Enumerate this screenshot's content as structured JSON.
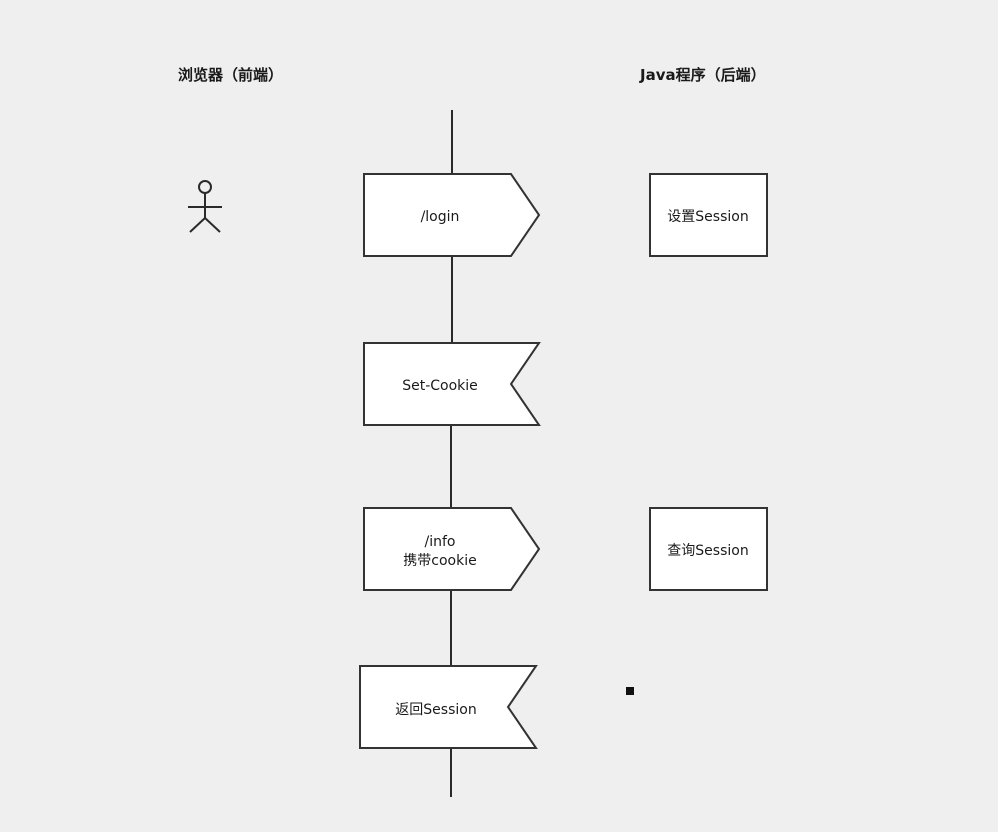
{
  "lanes": {
    "frontend_title": "浏览器（前端）",
    "backend_title": "Java程序（后端）"
  },
  "flow": [
    {
      "label_lines": [
        "/login"
      ],
      "direction": "right"
    },
    {
      "label_lines": [
        "Set-Cookie"
      ],
      "direction": "left"
    },
    {
      "label_lines": [
        "/info",
        "携带cookie"
      ],
      "direction": "right"
    },
    {
      "label_lines": [
        "返回Session"
      ],
      "direction": "left"
    }
  ],
  "backend_steps": [
    {
      "label": "设置Session"
    },
    {
      "label": "查询Session"
    }
  ],
  "colors": {
    "background": "#efefef",
    "shape_fill": "#ffffff",
    "stroke": "#333333"
  }
}
